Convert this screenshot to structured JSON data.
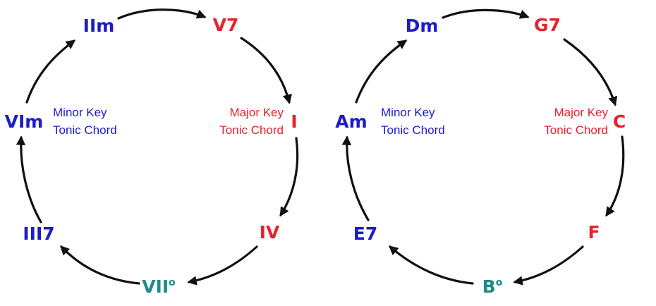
{
  "colors": {
    "major": "#e8212a",
    "minor": "#1c1cc8",
    "diminished": "#1f8a8a",
    "arrow": "#111111"
  },
  "left_circle": {
    "chords": {
      "ii": "IIm",
      "v": "V7",
      "i": "I",
      "iv": "IV",
      "vii": "VII",
      "vii_sup": "o",
      "iii": "III7",
      "vi": "VIm"
    },
    "major_label": {
      "line1": "Major Key",
      "line2": "Tonic Chord"
    },
    "minor_label": {
      "line1": "Minor Key",
      "line2": "Tonic Chord"
    }
  },
  "right_circle": {
    "chords": {
      "ii": "Dm",
      "v": "G7",
      "i": "C",
      "iv": "F",
      "vii": "B",
      "vii_sup": "o",
      "iii": "E7",
      "vi": "Am"
    },
    "major_label": {
      "line1": "Major Key",
      "line2": "Tonic Chord"
    },
    "minor_label": {
      "line1": "Minor Key",
      "line2": "Tonic Chord"
    }
  }
}
